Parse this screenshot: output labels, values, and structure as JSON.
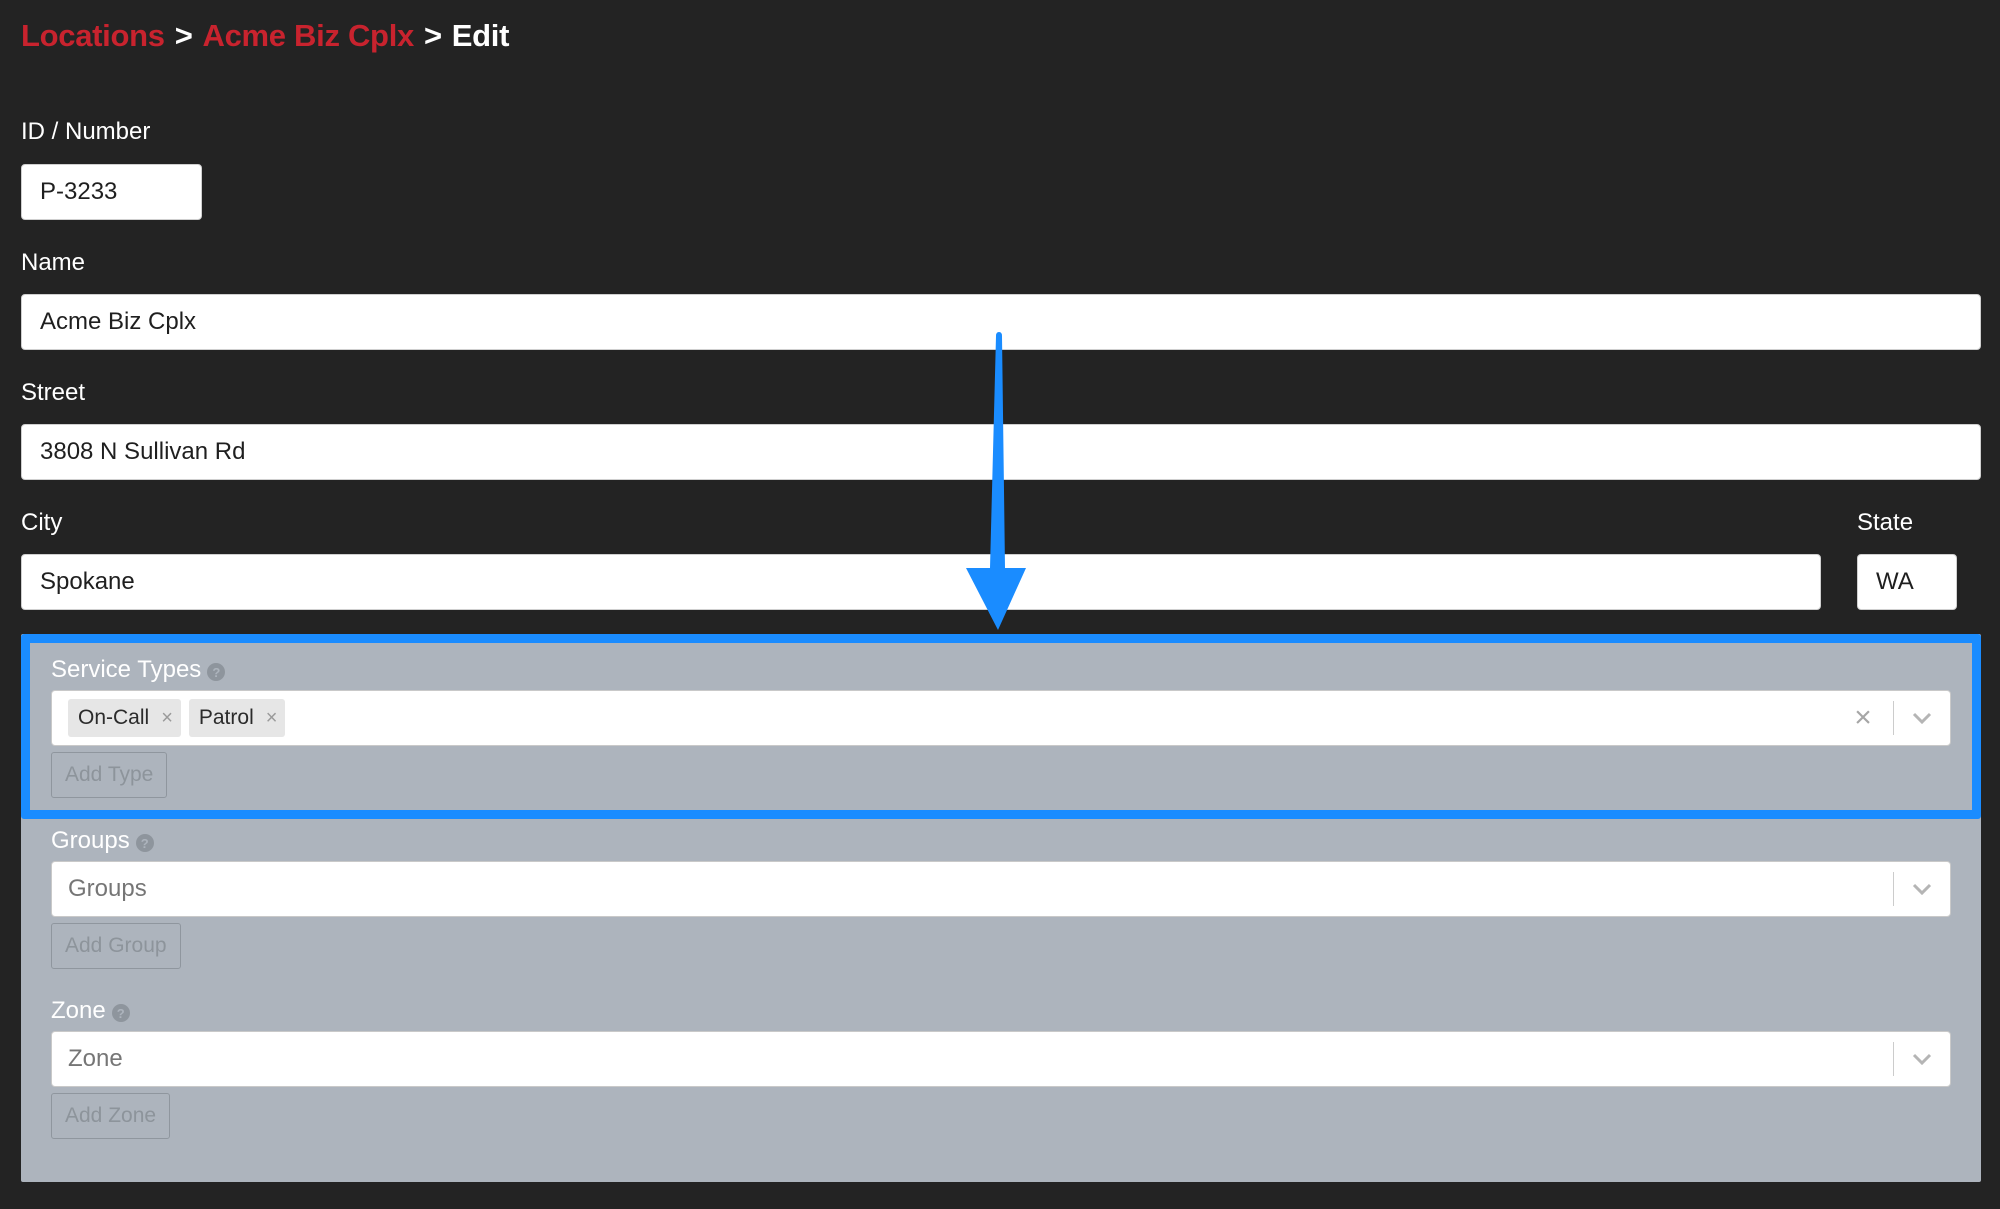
{
  "breadcrumb": {
    "locations": "Locations",
    "sep1": ">",
    "location_name": "Acme Biz Cplx",
    "sep2": ">",
    "current": "Edit"
  },
  "form": {
    "id_label": "ID / Number",
    "id_value": "P-3233",
    "name_label": "Name",
    "name_value": "Acme Biz Cplx",
    "street_label": "Street",
    "street_value": "3808 N Sullivan Rd",
    "city_label": "City",
    "city_value": "Spokane",
    "state_label": "State",
    "state_value": "WA"
  },
  "service_types": {
    "label": "Service Types",
    "chips": [
      "On-Call",
      "Patrol"
    ],
    "chip_remove": "×",
    "clear": "×",
    "add_button": "Add Type"
  },
  "groups": {
    "label": "Groups",
    "placeholder": "Groups",
    "add_button": "Add Group"
  },
  "zone": {
    "label": "Zone",
    "placeholder": "Zone",
    "add_button": "Add Zone"
  },
  "help_glyph": "?",
  "colors": {
    "background": "#232323",
    "breadcrumb_link": "#c8232e",
    "panel": "#adb4bd",
    "highlight": "#1a8cff"
  },
  "icons": [
    "help-icon",
    "chevron-down-icon",
    "clear-icon",
    "chip-remove-icon",
    "down-arrow-annotation"
  ]
}
